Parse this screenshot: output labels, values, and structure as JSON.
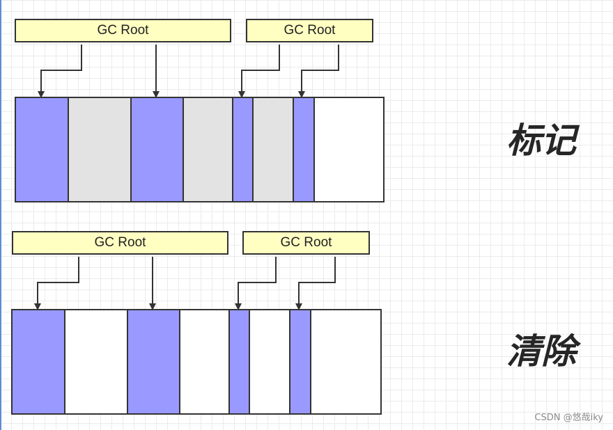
{
  "gc_root_label": "GC Root",
  "phases": {
    "mark": "标记",
    "sweep": "清除"
  },
  "cell_states": {
    "mark": [
      "live",
      "dead",
      "live",
      "dead",
      "live",
      "dead",
      "live",
      "free"
    ],
    "sweep": [
      "live",
      "free",
      "live",
      "free",
      "live",
      "free",
      "live",
      "free"
    ]
  },
  "colors": {
    "live": "#9999ff",
    "dead": "#e3e3e3",
    "free": "#ffffff",
    "root": "#ffffc2",
    "stroke": "#333333"
  },
  "watermark": "CSDN @悠哉iky"
}
